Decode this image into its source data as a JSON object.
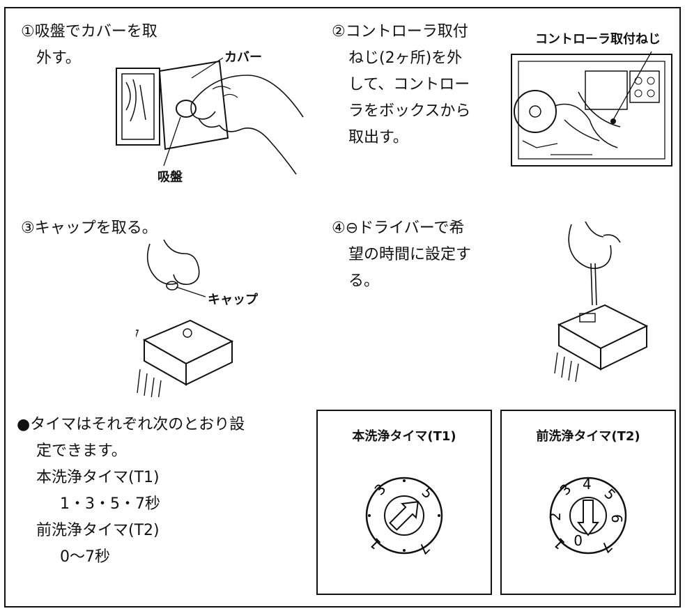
{
  "step1": {
    "text_line1": "①吸盤でカバーを取",
    "text_line2": "外す。",
    "label_cover": "カバー",
    "label_suction": "吸盤"
  },
  "step2": {
    "text_lines": [
      "②コントローラ取付",
      "ねじ(2ヶ所)を外",
      "して、コントロー",
      "ラをボックスから",
      "取出す。"
    ],
    "label_screw": "コントローラ取付ねじ"
  },
  "step3": {
    "text": "③キャップを取る。",
    "label_cap": "キャップ"
  },
  "step4": {
    "text_lines": [
      "④⊖ドライバーで希",
      "望の時間に設定す",
      "る。"
    ]
  },
  "timer_note": {
    "line1": "●タイマはそれぞれ次のとおり設",
    "line2": "定できます。",
    "t1_label": "本洗浄タイマ(T1)",
    "t1_values": "1・3・5・7秒",
    "t2_label": "前洗浄タイマ(T2)",
    "t2_values": "0～7秒"
  },
  "dial_t1": {
    "title": "本洗浄タイマ(T1)",
    "marks": [
      "3",
      "5",
      "7",
      "1"
    ]
  },
  "dial_t2": {
    "title": "前洗浄タイマ(T2)",
    "marks": [
      "4",
      "5",
      "6",
      "7",
      "0",
      "1",
      "2",
      "3"
    ]
  }
}
